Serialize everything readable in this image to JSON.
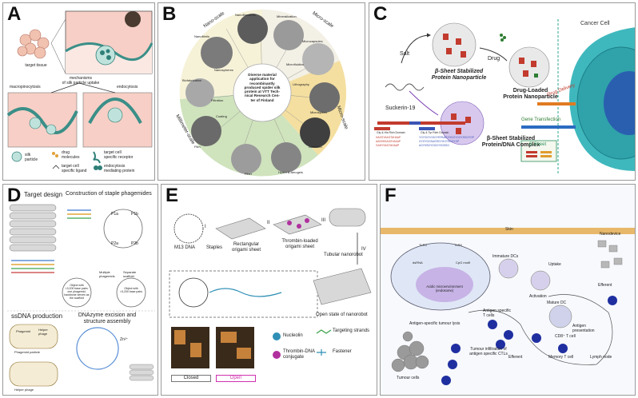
{
  "panels": {
    "a": {
      "label": "A",
      "target_tissue": "target tissue",
      "mechanisms": "mechanisms\nof silk particle uptake",
      "macropinocytosis": "macropinocytosis",
      "endocytosis": "endocytosis",
      "legend": {
        "silk_particle": "silk\nparticle",
        "drug": "drug\nmolecules",
        "ligand": "target cell\nspecific ligand",
        "receptor": "target cell\nspecific receptor",
        "endo_protein": "endocytosis\nmediating protein"
      }
    },
    "b": {
      "label": "B",
      "center_text": "Diverse material\napplication for\nrecombinantly\nproduced spider silk\nprotein at VTT Tech-\nnical Research Cen-\nter of Finland",
      "scales": {
        "nano": "Nano-scale",
        "micro": "Micro-scale",
        "micro2": "Micro-scale",
        "milli": "Millimeter-scale"
      },
      "items": [
        "Nanofilaments",
        "Nanofibrils",
        "Mineralization",
        "Microcapsules",
        "Microfluidics",
        "Lithography",
        "Microspikes",
        "Adhesion",
        "Hydro & aerogels",
        "Fiber",
        "Film",
        "Coating",
        "Filtration",
        "Biofabrication",
        "Nanospheres"
      ]
    },
    "c": {
      "label": "C",
      "salt": "Salt",
      "drug": "Drug",
      "suckerin": "Suckerin-19",
      "np1": "β-Sheet Stabilized\nProtein Nanoparticle",
      "np2": "Drug-Loaded\nProtein Nanoparticle",
      "np3": "β-Sheet Stabilized\nProtein/DNA Complex",
      "cancer_cell": "Cancer Cell",
      "drug_delivery": "Drug Delivery",
      "gene_transfection": "Gene Transfection",
      "bsheet": "β-Sheet",
      "domain1": "Gly & His Rich Domain",
      "domain2": "Gly & Tyr Rich Domain",
      "seqs_left": [
        "HAGSYAAGTAHAAP",
        "AASSHSAGSYAAAP",
        "GAHYSAGTAHAAP"
      ],
      "seqs_right": [
        "YGYGGYGGGYRPAAGYHGGYGGYSGGYGP",
        "GYGYGGSAGRGYGGYSGGYGP",
        "AGYHSGYGGGYSGSSG"
      ]
    },
    "d": {
      "label": "D",
      "target_design": "Target design",
      "staple": "Construction of staple phagemides",
      "ssdna": "ssDNA production",
      "dnazyme": "DNAzyme excision and\nstructure assembly",
      "p1a": "P1a",
      "p1b": "P1b",
      "p2a": "P2a",
      "p2b": "P2b",
      "obj1": "Object with\n<3,200 base pairs:\none phagemid,\nbackbone serves as\nthe scaffold",
      "obj2": "Object with\n>3,200 base pairs",
      "multiple": "Multiple\nphagemids",
      "separate": "Separate\nscaffold",
      "helper": "Helper\nphage",
      "phagemid": "Phagemid",
      "phagemid_particle": "Phagemid particle",
      "helper_phage": "Helper phage",
      "zn": "Zn²⁺"
    },
    "e": {
      "label": "E",
      "m13": "M13 DNA",
      "staples": "Staples",
      "rect": "Rectangular\norigami sheet",
      "thrombin_loaded": "Thrombin-loaded\norigami sheet",
      "tubular": "Tubular nanorobot",
      "open_state": "Open state of nanorobot",
      "i": "I",
      "ii": "II",
      "iii": "III",
      "iv": "IV",
      "closed": "Closed",
      "open": "Open",
      "nucleolin": "Nucleolin",
      "thrombin_dna": "Thrombin-DNA\nconjugate",
      "targeting": "Targeting strands",
      "fastener": "Fastener"
    },
    "f": {
      "label": "F",
      "skin": "Skin",
      "nanodevice": "Nanodevice",
      "immature_dcs": "Immature DCs",
      "uptake": "Uptake",
      "activation": "Activation",
      "mature_dc": "Mature DC",
      "efferent": "Efferent",
      "efferent2": "Efferent",
      "antigen_specific_t": "Antigen specific\nT cells",
      "antigen_pres": "Antigen\npresentation",
      "cd8": "CD8⁺ T cell",
      "memory": "Memory T cell",
      "lymph": "Lymph node",
      "tumour_lysis": "Antigen-specific tumour lysis",
      "tumour_cells": "Tumour cells",
      "infiltration": "Tumour infiltration of\nantigen specific CTLs",
      "acidic": "Acidic microenvironment\n(endosome)",
      "tlr3": "TLR3",
      "tlr9": "TLR9",
      "dsrna": "dsRNA",
      "cpg": "CpG motif"
    }
  }
}
